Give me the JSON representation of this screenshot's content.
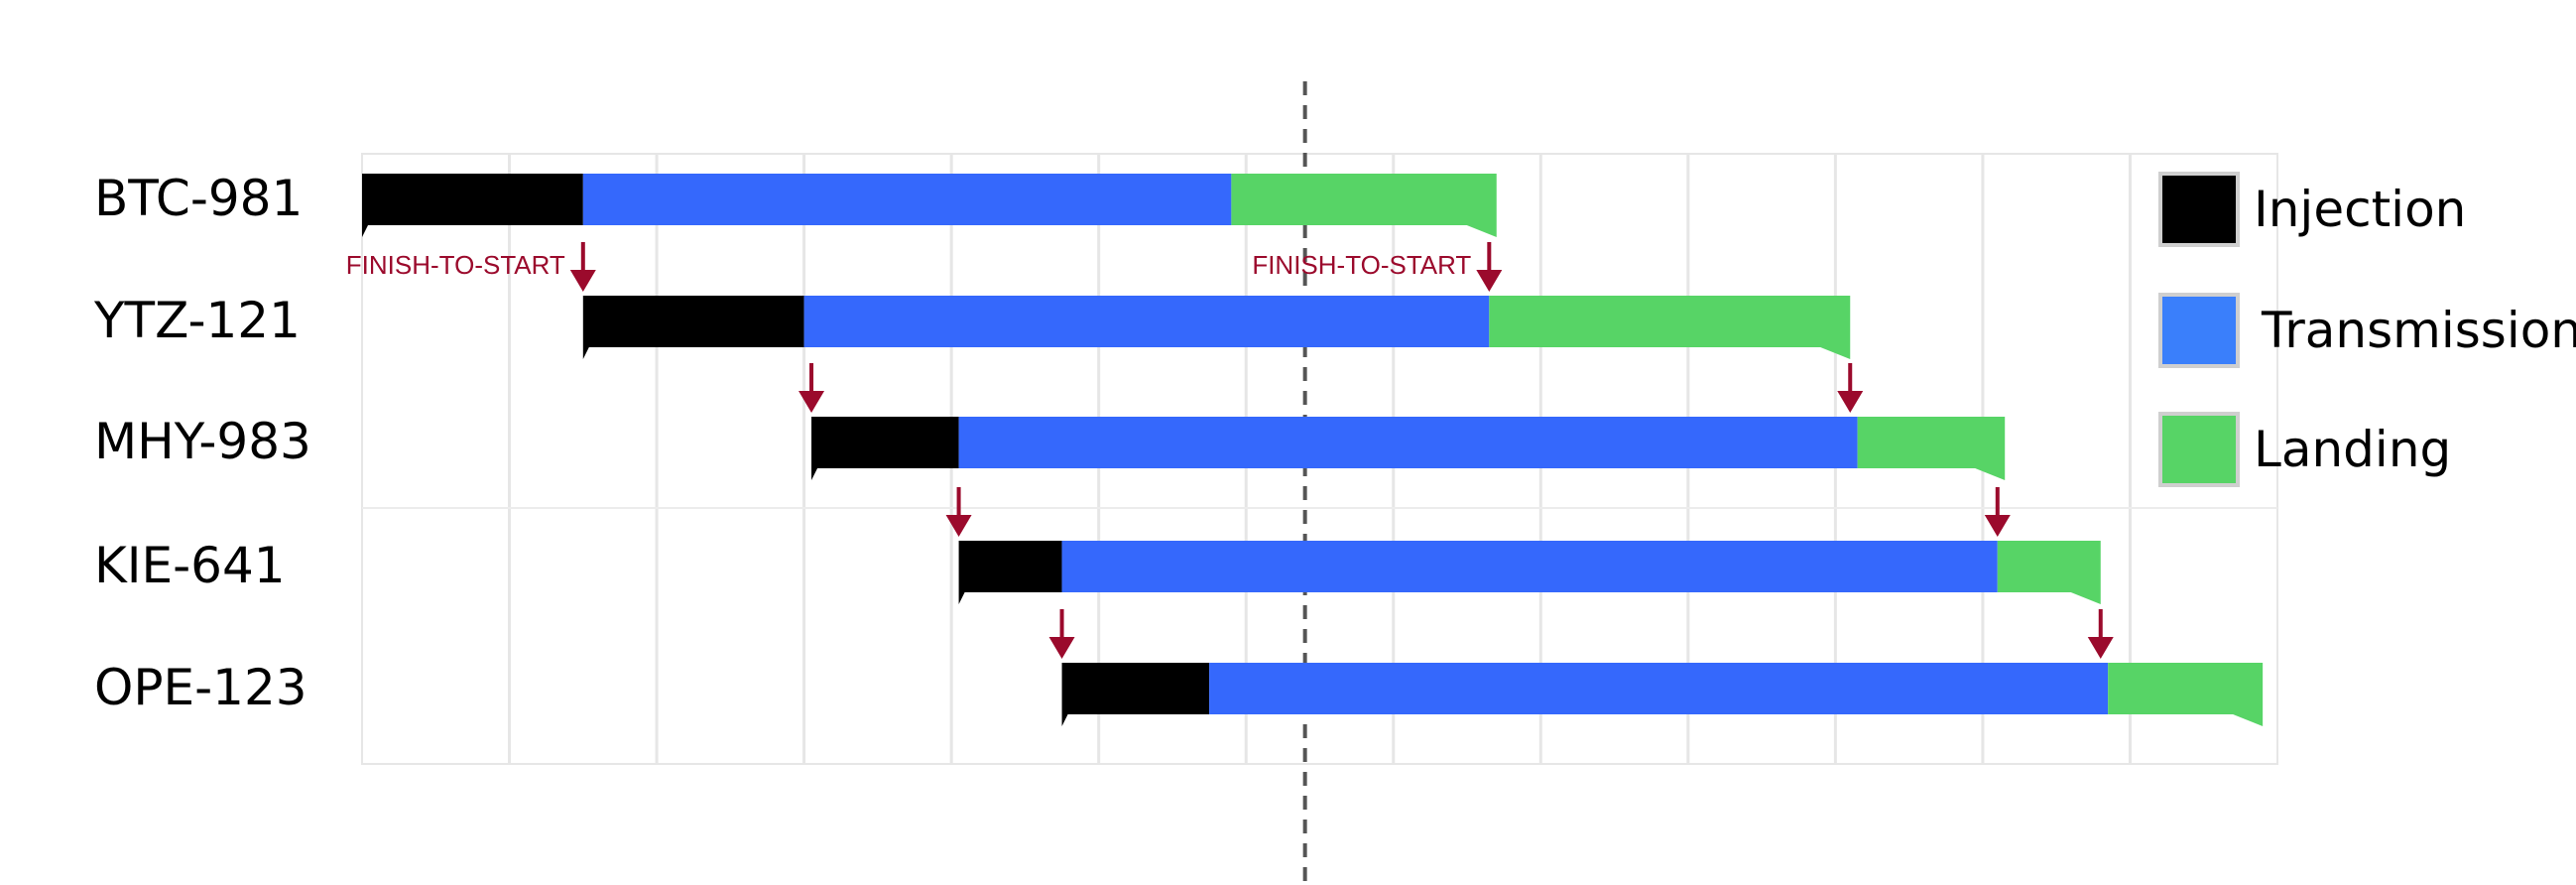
{
  "chart_data": {
    "type": "gantt",
    "x_range": [
      0,
      13
    ],
    "grid": true,
    "today_marker": 6.4,
    "segment_order": [
      "Injection",
      "Transmission",
      "Landing"
    ],
    "colors": {
      "Injection": "#000000",
      "Transmission": "#3568fc",
      "Landing": "#57d466",
      "dependency": "#9b0a2c"
    },
    "rows": [
      {
        "label": "BTC-981",
        "segments": [
          {
            "phase": "Injection",
            "start": 0.0,
            "end": 1.5
          },
          {
            "phase": "Transmission",
            "start": 1.5,
            "end": 5.9
          },
          {
            "phase": "Landing",
            "start": 5.9,
            "end": 7.7
          }
        ]
      },
      {
        "label": "YTZ-121",
        "segments": [
          {
            "phase": "Injection",
            "start": 1.5,
            "end": 3.0
          },
          {
            "phase": "Transmission",
            "start": 3.0,
            "end": 7.65
          },
          {
            "phase": "Landing",
            "start": 7.65,
            "end": 10.1
          }
        ]
      },
      {
        "label": "MHY-983",
        "segments": [
          {
            "phase": "Injection",
            "start": 3.05,
            "end": 4.05
          },
          {
            "phase": "Transmission",
            "start": 4.05,
            "end": 10.15
          },
          {
            "phase": "Landing",
            "start": 10.15,
            "end": 11.15
          }
        ]
      },
      {
        "label": "KIE-641",
        "segments": [
          {
            "phase": "Injection",
            "start": 4.05,
            "end": 4.75
          },
          {
            "phase": "Transmission",
            "start": 4.75,
            "end": 11.1
          },
          {
            "phase": "Landing",
            "start": 11.1,
            "end": 11.8
          }
        ]
      },
      {
        "label": "OPE-123",
        "segments": [
          {
            "phase": "Injection",
            "start": 4.75,
            "end": 5.75
          },
          {
            "phase": "Transmission",
            "start": 5.75,
            "end": 11.85
          },
          {
            "phase": "Landing",
            "start": 11.85,
            "end": 12.9
          }
        ]
      }
    ],
    "dependencies": [
      {
        "from_row": 0,
        "to_row": 1,
        "x": 1.5,
        "label": "FINISH-TO-START"
      },
      {
        "from_row": 0,
        "to_row": 1,
        "x": 7.65,
        "label": "FINISH-TO-START"
      },
      {
        "from_row": 1,
        "to_row": 2,
        "x": 3.05,
        "label": ""
      },
      {
        "from_row": 1,
        "to_row": 2,
        "x": 10.1,
        "label": ""
      },
      {
        "from_row": 2,
        "to_row": 3,
        "x": 4.05,
        "label": ""
      },
      {
        "from_row": 2,
        "to_row": 3,
        "x": 11.1,
        "label": ""
      },
      {
        "from_row": 3,
        "to_row": 4,
        "x": 4.75,
        "label": ""
      },
      {
        "from_row": 3,
        "to_row": 4,
        "x": 11.8,
        "label": ""
      }
    ],
    "legend": {
      "position": "right",
      "items": [
        {
          "label": "Injection",
          "color": "#000000"
        },
        {
          "label": "Transmission",
          "color": "#3a7ffb"
        },
        {
          "label": "Landing",
          "color": "#57d466"
        }
      ]
    }
  }
}
